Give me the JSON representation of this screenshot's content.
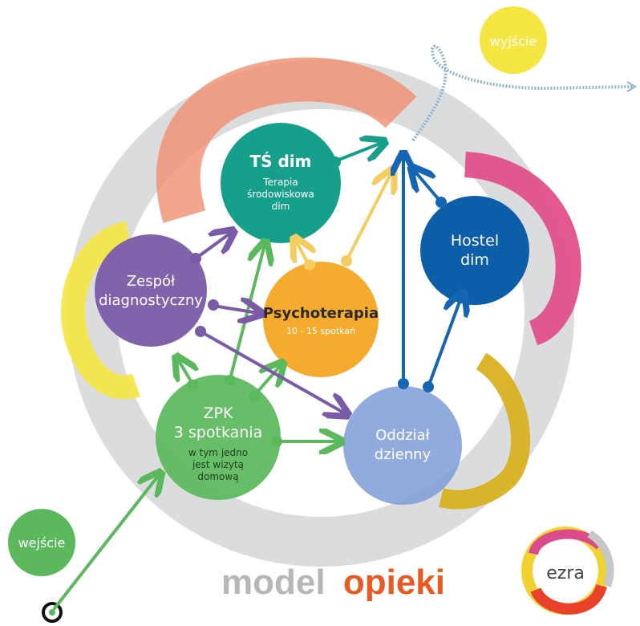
{
  "colors": {
    "green": "#5CB85C",
    "green_dark": "#3E9B45",
    "purple": "#7A5BA8",
    "teal": "#16A08C",
    "orange": "#F5A623",
    "blue": "#0D5EA8",
    "lightblue": "#7E9CD8",
    "yellow": "#F5E642",
    "salmon": "#F08F70",
    "pink": "#E0508A",
    "gold": "#D9B020",
    "grey": "#D7D8DA"
  },
  "nodes": {
    "entry": {
      "label": "wejście"
    },
    "exit": {
      "label": "wyjście"
    },
    "zpk": {
      "title": "ZPK",
      "line2": "3 spotkania",
      "line3": "w tym jedno",
      "line4": "jest wizytą",
      "line5": "domową"
    },
    "zespol": {
      "line1": "Zespół",
      "line2": "diagnostyczny"
    },
    "ts": {
      "title": "TŚ dim",
      "line2": "Terapia",
      "line3": "środowiskowa",
      "line4": "dim"
    },
    "psycho": {
      "title": "Psychoterapia",
      "line2": "10 - 15 spotkań"
    },
    "hostel": {
      "line1": "Hostel",
      "line2": "dim"
    },
    "oddzial": {
      "line1": "Oddział",
      "line2": "dzienny"
    }
  },
  "footer": {
    "model": "model",
    "opieki": "opieki"
  },
  "logo": {
    "text": "ezra"
  }
}
